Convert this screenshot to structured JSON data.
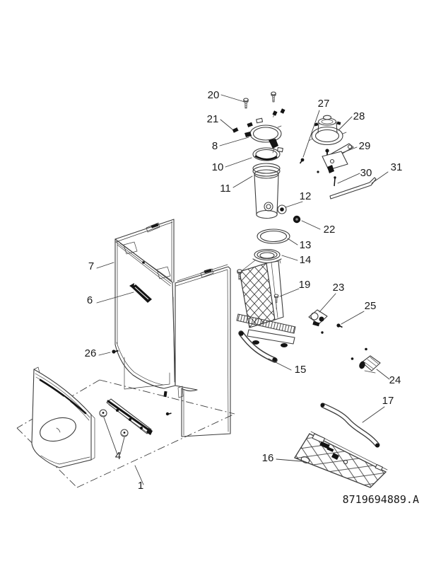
{
  "colors": {
    "ink": "#3c3c3c",
    "inkdark": "#141414",
    "label": "#1a1a1a",
    "background": "#ffffff"
  },
  "doc_number": "8719694889.A",
  "callouts": {
    "c1": {
      "label": "1"
    },
    "c4": {
      "label": "4"
    },
    "c6": {
      "label": "6"
    },
    "c7": {
      "label": "7"
    },
    "c8": {
      "label": "8"
    },
    "c10": {
      "label": "10"
    },
    "c11": {
      "label": "11"
    },
    "c12": {
      "label": "12"
    },
    "c13": {
      "label": "13"
    },
    "c14": {
      "label": "14"
    },
    "c15": {
      "label": "15"
    },
    "c16": {
      "label": "16"
    },
    "c17": {
      "label": "17"
    },
    "c19": {
      "label": "19"
    },
    "c20": {
      "label": "20"
    },
    "c21": {
      "label": "21"
    },
    "c22": {
      "label": "22"
    },
    "c23": {
      "label": "23"
    },
    "c24": {
      "label": "24"
    },
    "c25": {
      "label": "25"
    },
    "c26": {
      "label": "26"
    },
    "c27": {
      "label": "27"
    },
    "c28": {
      "label": "28"
    },
    "c29": {
      "label": "29"
    },
    "c30": {
      "label": "30"
    },
    "c31": {
      "label": "31"
    }
  }
}
